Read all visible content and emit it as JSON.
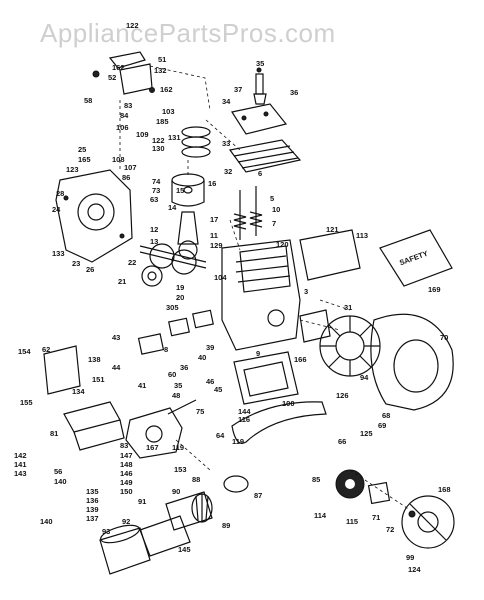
{
  "watermark": "AppliancePartsPros.com",
  "callouts": {
    "c122": "122",
    "c51": "51",
    "c162a": "162",
    "c132": "132",
    "c52": "52",
    "c35": "35",
    "c37": "37",
    "c36": "36",
    "c58": "58",
    "c162b": "162",
    "c83": "83",
    "c84": "84",
    "c103": "103",
    "c185": "185",
    "c34": "34",
    "c106": "106",
    "c109": "109",
    "c122b": "122",
    "c131": "131",
    "c25": "25",
    "c130": "130",
    "c33": "33",
    "c165": "165",
    "c123": "123",
    "c108": "108",
    "c107": "107",
    "c86": "86",
    "c74": "74",
    "c73": "73",
    "c63": "63",
    "c28": "28",
    "c24": "24",
    "c32": "32",
    "c6": "6",
    "c16": "16",
    "c15": "15",
    "c14": "14",
    "c5": "5",
    "c10": "10",
    "c17": "17",
    "c7": "7",
    "c11": "11",
    "c12": "12",
    "c129": "129",
    "c120": "120",
    "c121": "121",
    "c113": "113",
    "c13": "13",
    "c133": "133",
    "c23": "23",
    "c26": "26",
    "c22": "22",
    "c169": "169",
    "c21": "21",
    "c19": "19",
    "c20": "20",
    "c104": "104",
    "c305": "305",
    "c3": "3",
    "c31": "31",
    "c70": "70",
    "c43": "43",
    "c8": "8",
    "c39": "39",
    "c40": "40",
    "c9": "9",
    "c166": "166",
    "c154": "154",
    "c62": "62",
    "c138": "138",
    "c44": "44",
    "c36b": "36",
    "c60": "60",
    "c151": "151",
    "c41": "41",
    "c35b": "35",
    "c46": "46",
    "c45": "45",
    "c94": "94",
    "c155": "155",
    "c134": "134",
    "c48": "48",
    "c126": "126",
    "c100": "100",
    "c144": "144",
    "c116": "116",
    "c68": "68",
    "c69": "69",
    "c75": "75",
    "c125": "125",
    "c81": "81",
    "c83b": "83",
    "c167": "167",
    "c119a": "119",
    "c119b": "119",
    "c64": "64",
    "c66": "66",
    "c142": "142",
    "c141": "141",
    "c143": "143",
    "c56": "56",
    "c140a": "140",
    "c147": "147",
    "c148": "148",
    "c146": "146",
    "c149": "149",
    "c150": "150",
    "c153": "153",
    "c88": "88",
    "c87": "87",
    "c85": "85",
    "c135": "135",
    "c136": "136",
    "c139": "139",
    "c137": "137",
    "c140b": "140",
    "c91": "91",
    "c90": "90",
    "c114": "114",
    "c115": "115",
    "c71": "71",
    "c72": "72",
    "c168": "168",
    "c89": "89",
    "c92": "92",
    "c93": "93",
    "c145": "145",
    "c99": "99",
    "c124": "124"
  }
}
